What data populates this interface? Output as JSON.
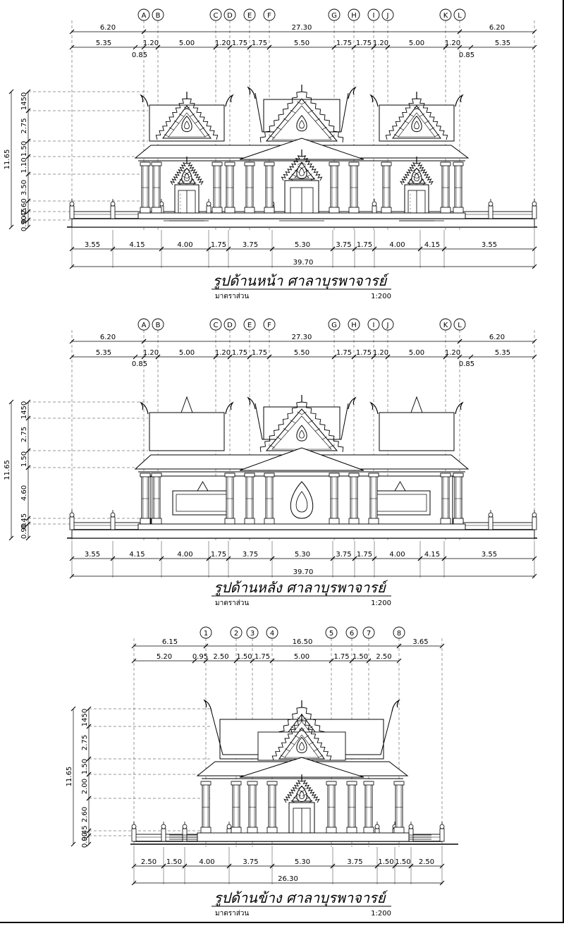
{
  "views": [
    {
      "id": "front",
      "title": "รูปด้านหน้า ศาลาบุรพาจารย์",
      "scale_label": "มาตราส่วน",
      "scale_value": "1:200",
      "grid_labels": [
        "A",
        "B",
        "C",
        "D",
        "E",
        "F",
        "G",
        "H",
        "I",
        "J",
        "K",
        "L"
      ],
      "overall_top": "27.30",
      "top_left": "6.20",
      "top_right": "6.20",
      "row2": [
        "5.35",
        "1.20",
        "5.00",
        "1.20",
        "1.75",
        "1.75",
        "5.50",
        "1.75",
        "1.75",
        "1.20",
        "5.00",
        "1.20",
        "5.35"
      ],
      "sub_left": "0.85",
      "sub_right": "0.85",
      "heights": [
        "1450",
        "2.75",
        "1.50",
        "1.10",
        "3.50",
        "2.60",
        "0.45",
        "0.90"
      ],
      "height_total": "11.65",
      "bottom": [
        "3.55",
        "4.15",
        "4.00",
        "1.75",
        "3.75",
        "5.30",
        "3.75",
        "1.75",
        "4.00",
        "4.15",
        "3.55"
      ],
      "bottom_total": "39.70"
    },
    {
      "id": "back",
      "title": "รูปด้านหลัง ศาลาบุรพาจารย์",
      "scale_label": "มาตราส่วน",
      "scale_value": "1:200",
      "grid_labels": [
        "A",
        "B",
        "C",
        "D",
        "E",
        "F",
        "G",
        "H",
        "I",
        "J",
        "K",
        "L"
      ],
      "overall_top": "27.30",
      "top_left": "6.20",
      "top_right": "6.20",
      "row2": [
        "5.35",
        "1.20",
        "5.00",
        "1.20",
        "1.75",
        "1.75",
        "5.50",
        "1.75",
        "1.75",
        "1.20",
        "5.00",
        "1.20",
        "5.35"
      ],
      "sub_left": "0.85",
      "sub_right": "0.85",
      "heights": [
        "1450",
        "2.75",
        "1.50",
        "4.60",
        "0.45",
        "0.90"
      ],
      "height_total": "11.65",
      "bottom": [
        "3.55",
        "4.15",
        "4.00",
        "1.75",
        "3.75",
        "5.30",
        "3.75",
        "1.75",
        "4.00",
        "4.15",
        "3.55"
      ],
      "bottom_total": "39.70"
    },
    {
      "id": "side",
      "title": "รูปด้านข้าง ศาลาบุรพาจารย์",
      "scale_label": "มาตราส่วน",
      "scale_value": "1:200",
      "grid_labels": [
        "1",
        "2",
        "3",
        "4",
        "5",
        "6",
        "7",
        "8"
      ],
      "overall_top": "16.50",
      "top_left": "6.15",
      "top_right": "3.65",
      "row2": [
        "5.20",
        "0.95",
        "2.50",
        "1.50",
        "1.75",
        "5.00",
        "1.75",
        "1.50",
        "2.50"
      ],
      "heights": [
        "1450",
        "2.75",
        "1.50",
        "2.00",
        "2.60",
        "0.45",
        "0.90"
      ],
      "height_total": "11.65",
      "bottom": [
        "2.50",
        "1.50",
        "4.00",
        "3.75",
        "5.30",
        "3.75",
        "1.50",
        "1.50",
        "2.50"
      ],
      "bottom_total": "26.30"
    }
  ]
}
